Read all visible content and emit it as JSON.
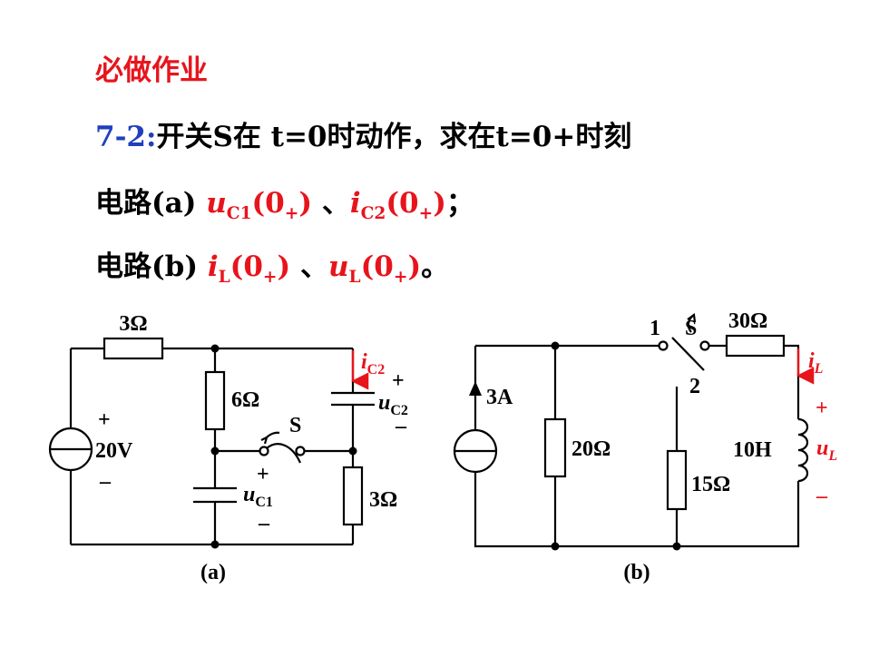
{
  "heading": "必做作业",
  "problem": {
    "number": "7-2:",
    "text": "开关S在 t=0时动作，求在t=0+时刻"
  },
  "circuit_a_line": {
    "prefix": "电路(a) ",
    "q1_var": "u",
    "q1_sub": "C1",
    "q1_arg": "(0",
    "q1_argsub": "+",
    "q1_close": ")",
    "sep": " 、",
    "q2_var": "i",
    "q2_sub": "C2",
    "q2_arg": "(0",
    "q2_argsub": "+",
    "q2_close": ")",
    "end": "；"
  },
  "circuit_b_line": {
    "prefix": "电路(b) ",
    "q1_var": "i",
    "q1_sub": "L",
    "q1_arg": "(0",
    "q1_argsub": "+",
    "q1_close": ")",
    "sep": " 、",
    "q2_var": "u",
    "q2_sub": "L",
    "q2_arg": "(0",
    "q2_argsub": "+",
    "q2_close": ")",
    "end": "。"
  },
  "colors": {
    "heading": "#e8141c",
    "problem_number": "#1f3fbf",
    "highlight": "#e8141c",
    "wire": "#000000"
  },
  "circuit_a": {
    "caption": "(a)",
    "r_top": "3Ω",
    "r_mid": "6Ω",
    "r_bottom_right": "3Ω",
    "source_value": "20V",
    "source_plus": "+",
    "source_minus": "–",
    "switch": "S",
    "ic2_var": "i",
    "ic2_sub": "C2",
    "uc2_var": "u",
    "uc2_sub": "C2",
    "uc2_plus": "+",
    "uc2_minus": "–",
    "uc1_var": "u",
    "uc1_sub": "C1",
    "uc1_plus": "+",
    "uc1_minus": "–"
  },
  "circuit_b": {
    "caption": "(b)",
    "current_source": "3A",
    "r_left": "20Ω",
    "r_mid": "15Ω",
    "r_top": "30Ω",
    "inductor": "10H",
    "switch": "S",
    "switch_pos1": "1",
    "switch_pos2": "2",
    "il_var": "i",
    "il_sub": "L",
    "ul_var": "u",
    "ul_sub": "L",
    "ul_plus": "+",
    "ul_minus": "–"
  }
}
